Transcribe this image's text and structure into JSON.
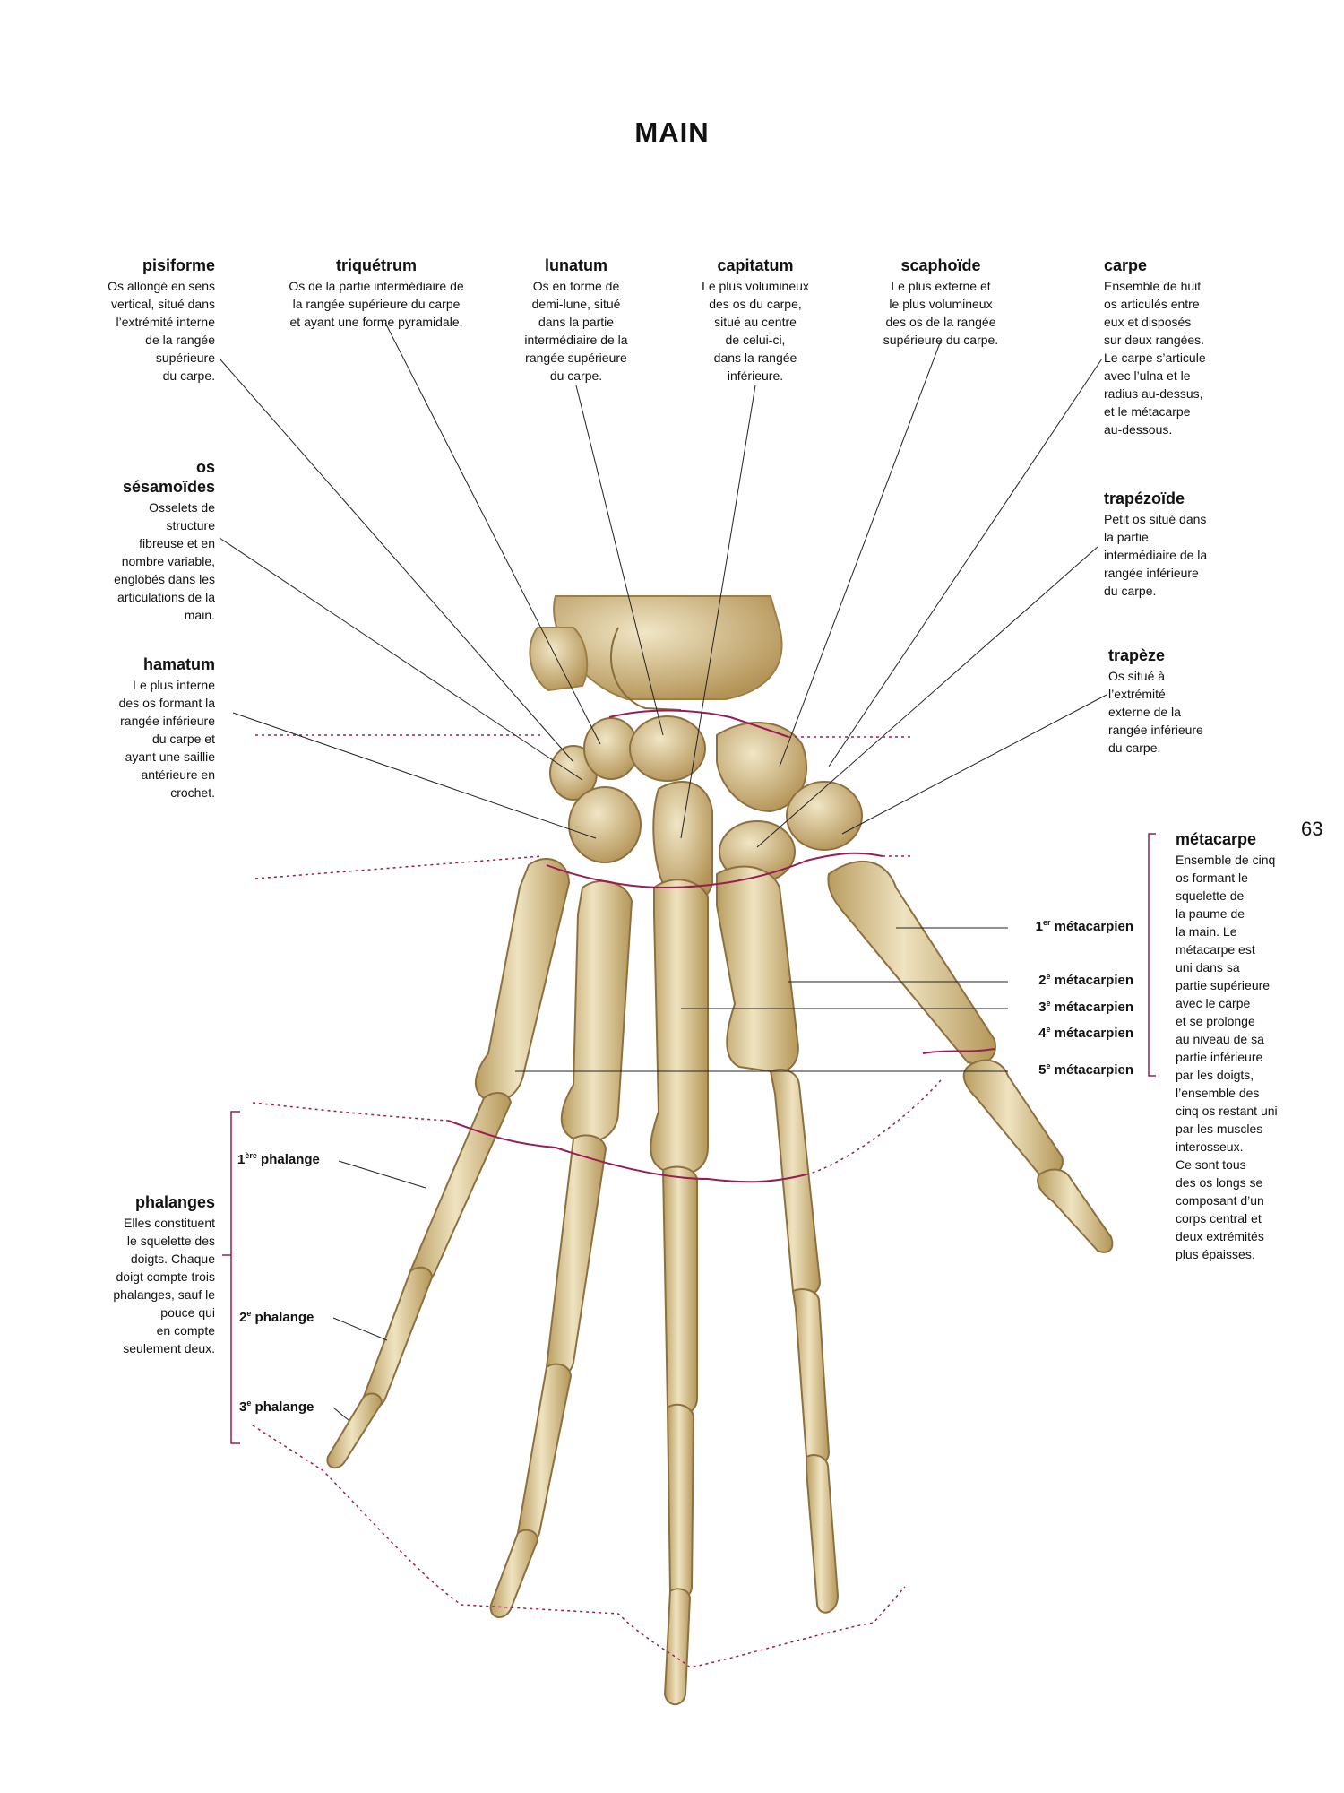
{
  "title": "MAIN",
  "page_number": "63",
  "labels": {
    "pisiforme": {
      "name": "pisiforme",
      "desc": "Os allongé en sens\nvertical, situé dans\nl’extrémité interne\nde la rangée\nsupérieure\ndu carpe."
    },
    "triquetrum": {
      "name": "triquétrum",
      "desc": "Os de la partie intermédiaire de\nla rangée supérieure du carpe\net ayant une forme pyramidale."
    },
    "lunatum": {
      "name": "lunatum",
      "desc": "Os en forme de\ndemi-lune, situé\ndans la partie\nintermédiaire de la\nrangée supérieure\ndu carpe."
    },
    "capitatum": {
      "name": "capitatum",
      "desc": "Le plus volumineux\ndes os du carpe,\nsitué au centre\nde celui-ci,\ndans la rangée\ninférieure."
    },
    "scaphoide": {
      "name": "scaphoïde",
      "desc": "Le plus externe et\nle plus volumineux\ndes os de la rangée\nsupérieure du carpe."
    },
    "carpe": {
      "name": "carpe",
      "desc": "Ensemble de huit\nos articulés entre\neux et disposés\nsur deux rangées.\nLe carpe s’articule\navec l’ulna et le\nradius au-dessus,\net le métacarpe\nau-dessous."
    },
    "os_sesamoides": {
      "name": "os\nsésamoïdes",
      "desc": "Osselets de\nstructure\nfibreuse et en\nnombre variable,\nenglobés dans les\narticulations de la\nmain."
    },
    "trapezoide": {
      "name": "trapézoïde",
      "desc": "Petit os situé dans\nla partie\nintermédiaire de la\nrangée inférieure\ndu carpe."
    },
    "hamatum": {
      "name": "hamatum",
      "desc": "Le plus interne\ndes os formant la\nrangée inférieure\ndu carpe et\nayant une saillie\nantérieure en\ncrochet."
    },
    "trapeze": {
      "name": "trapèze",
      "desc": "Os situé à\nl’extrémité\nexterne de la\nrangée inférieure\ndu carpe."
    },
    "metacarpe": {
      "name": "métacarpe",
      "desc": "Ensemble de cinq\nos formant le\nsquelette de\nla paume de\nla main. Le\nmétacarpe est\nuni dans sa\npartie supérieure\navec le carpe\net se prolonge\nau niveau de sa\npartie inférieure\npar les doigts,\nl’ensemble des\ncinq os restant uni\npar les muscles\ninterosseux.\nCe sont tous\ndes os longs se\ncomposant d’un\ncorps central et\ndeux extrémités\nplus épaisses."
    },
    "phalanges": {
      "name": "phalanges",
      "desc": "Elles constituent\nle squelette des\ndoigts. Chaque\ndoigt compte trois\nphalanges, sauf le\npouce qui\nen compte\nseulement deux."
    }
  },
  "metacarpiens": [
    {
      "num": "1",
      "sup": "er",
      "text": "métacarpien"
    },
    {
      "num": "2",
      "sup": "e",
      "text": "métacarpien"
    },
    {
      "num": "3",
      "sup": "e",
      "text": "métacarpien"
    },
    {
      "num": "4",
      "sup": "e",
      "text": "métacarpien"
    },
    {
      "num": "5",
      "sup": "e",
      "text": "métacarpien"
    }
  ],
  "phalange_labels": [
    {
      "num": "1",
      "sup": "ère",
      "text": "phalange"
    },
    {
      "num": "2",
      "sup": "e",
      "text": "phalange"
    },
    {
      "num": "3",
      "sup": "e",
      "text": "phalange"
    }
  ],
  "colors": {
    "bone": "#dccb9a",
    "bone_shadow": "#a88a4e",
    "bone_highlight": "#f3ead0",
    "joint_line": "#9b1b55",
    "leader_line": "#222222"
  }
}
